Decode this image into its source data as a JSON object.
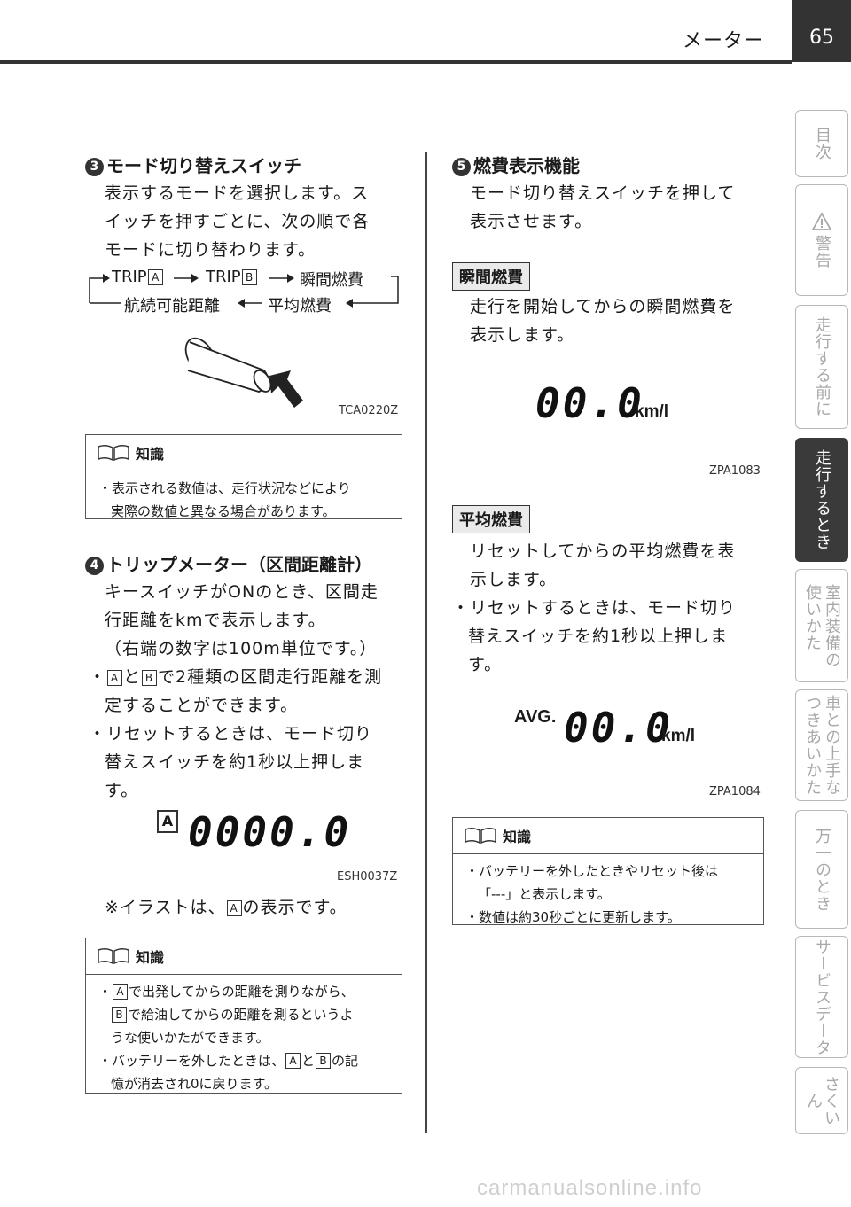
{
  "header": {
    "title": "メーター",
    "page": "65"
  },
  "tabs": [
    {
      "label": "目次"
    },
    {
      "label": "警告"
    },
    {
      "label": "走行する前に"
    },
    {
      "label": "走行するとき",
      "active": true
    },
    {
      "label_col1": "室内装備の",
      "label_col2": "使いかた"
    },
    {
      "label_col1": "車との上手な",
      "label_col2": "つきあいかた"
    },
    {
      "label": "万一のとき"
    },
    {
      "label": "サービスデータ"
    },
    {
      "label": "さくいん"
    }
  ],
  "left": {
    "s3": {
      "num": "3",
      "title": "モード切り替えスイッチ",
      "lines": [
        "表示するモードを選択します。ス",
        "イッチを押すごとに、次の順で各",
        "モードに切り替わります。"
      ],
      "cycle_top": [
        "TRIP",
        "A",
        "TRIP",
        "B",
        "瞬間燃費"
      ],
      "cycle_bottom": [
        "航続可能距離",
        "平均燃費"
      ],
      "code": "TCA0220Z"
    },
    "note1": {
      "title": "知識",
      "lines": [
        "・表示される数値は、走行状況などにより",
        "実際の数値と異なる場合があります。"
      ]
    },
    "s4": {
      "num": "4",
      "title": "トリップメーター（区間距離計）",
      "lines": [
        "キースイッチがONのとき、区間走",
        "行距離をkmで表示します。",
        "（右端の数字は100m単位です。）"
      ],
      "bullet1_a": "A",
      "bullet1_mid": "と",
      "bullet1_b": "B",
      "bullet1_rest": "で2種類の区間走行距離を測",
      "bullet1_line2": "定することができます。",
      "bullet2": [
        "・リセットするときは、モード切り",
        "替えスイッチを約1秒以上押しま",
        "す。"
      ],
      "lcd_label": "A",
      "lcd_value": "0000.0",
      "code": "ESH0037Z",
      "illus_pre": "※イラストは、",
      "illus_box": "A",
      "illus_post": "の表示です。"
    },
    "note2": {
      "title": "知識",
      "l1_box": "A",
      "l1": "で出発してからの距離を測りながら、",
      "l2_box": "B",
      "l2": "で給油してからの距離を測るというよ",
      "l3": "うな使いかたができます。",
      "l4_pre": "・バッテリーを外したときは、",
      "l4_a": "A",
      "l4_mid": "と",
      "l4_b": "B",
      "l4_post": "の記",
      "l5": "憶が消去され0に戻ります。"
    }
  },
  "right": {
    "s5": {
      "num": "5",
      "title": "燃費表示機能",
      "lines": [
        "モード切り替えスイッチを押して",
        "表示させます。"
      ]
    },
    "inst": {
      "label": "瞬間燃費",
      "lines": [
        "走行を開始してからの瞬間燃費を",
        "表示します。"
      ],
      "lcd_value": "00.0",
      "unit": "km/l",
      "code": "ZPA1083"
    },
    "avg": {
      "label": "平均燃費",
      "lines": [
        "リセットしてからの平均燃費を表",
        "示します。"
      ],
      "bullet": [
        "・リセットするときは、モード切り",
        "替えスイッチを約1秒以上押しま",
        "す。"
      ],
      "prefix": "AVG.",
      "lcd_value": "00.0",
      "unit": "km/l",
      "code": "ZPA1084"
    },
    "note3": {
      "title": "知識",
      "lines": [
        "・バッテリーを外したときやリセット後は",
        "「---」と表示します。",
        "・数値は約30秒ごとに更新します。"
      ]
    }
  },
  "footer": "carmanualsonline.info"
}
